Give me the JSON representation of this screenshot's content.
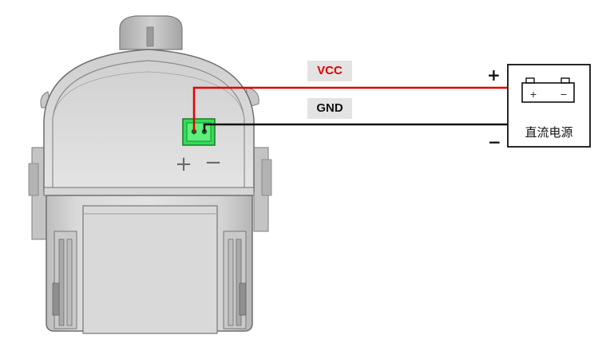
{
  "wires": {
    "vcc": {
      "label": "VCC",
      "color": "#e00000"
    },
    "gnd": {
      "label": "GND",
      "color": "#111111"
    }
  },
  "connector": {
    "plus_mark": "+",
    "minus_mark": "−",
    "pin_color": "#33dd55"
  },
  "power_supply": {
    "label": "直流电源",
    "plus_sign": "+",
    "minus_sign": "−",
    "battery_plus": "+",
    "battery_minus": "−"
  }
}
